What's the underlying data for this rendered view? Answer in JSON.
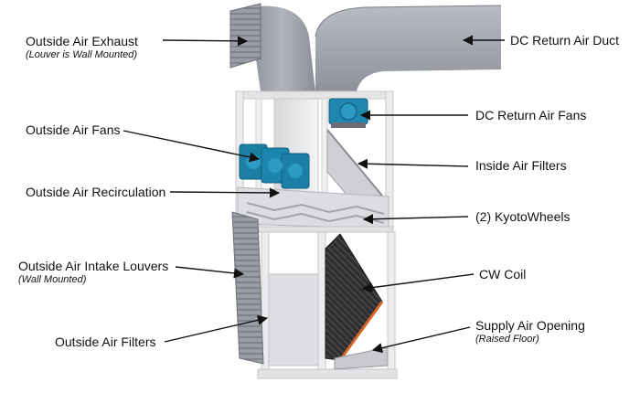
{
  "labels": {
    "outside_air_exhaust": {
      "title": "Outside Air Exhaust",
      "note": "(Louver is Wall Mounted)"
    },
    "dc_return_air_duct": {
      "title": "DC Return Air Duct"
    },
    "outside_air_fans": {
      "title": "Outside Air Fans"
    },
    "dc_return_air_fans": {
      "title": "DC Return Air Fans"
    },
    "inside_air_filters": {
      "title": "Inside Air Filters"
    },
    "outside_air_recirculation": {
      "title": "Outside Air Recirculation"
    },
    "kyoto_wheels": {
      "title": "(2) KyotoWheels"
    },
    "outside_air_intake_louvers": {
      "title": "Outside Air Intake Louvers",
      "note": "(Wall Mounted)"
    },
    "cw_coil": {
      "title": "CW Coil"
    },
    "supply_air_opening": {
      "title": "Supply Air Opening",
      "note": "(Raised Floor)"
    },
    "outside_air_filters": {
      "title": "Outside Air Filters"
    }
  },
  "colors": {
    "duct": "#9ea0aa",
    "frame": "#e9e9ea",
    "fan": "#1b7fa6",
    "coil": "#2d2d2d",
    "coil_accent": "#d5672a",
    "leader": "#111111"
  }
}
